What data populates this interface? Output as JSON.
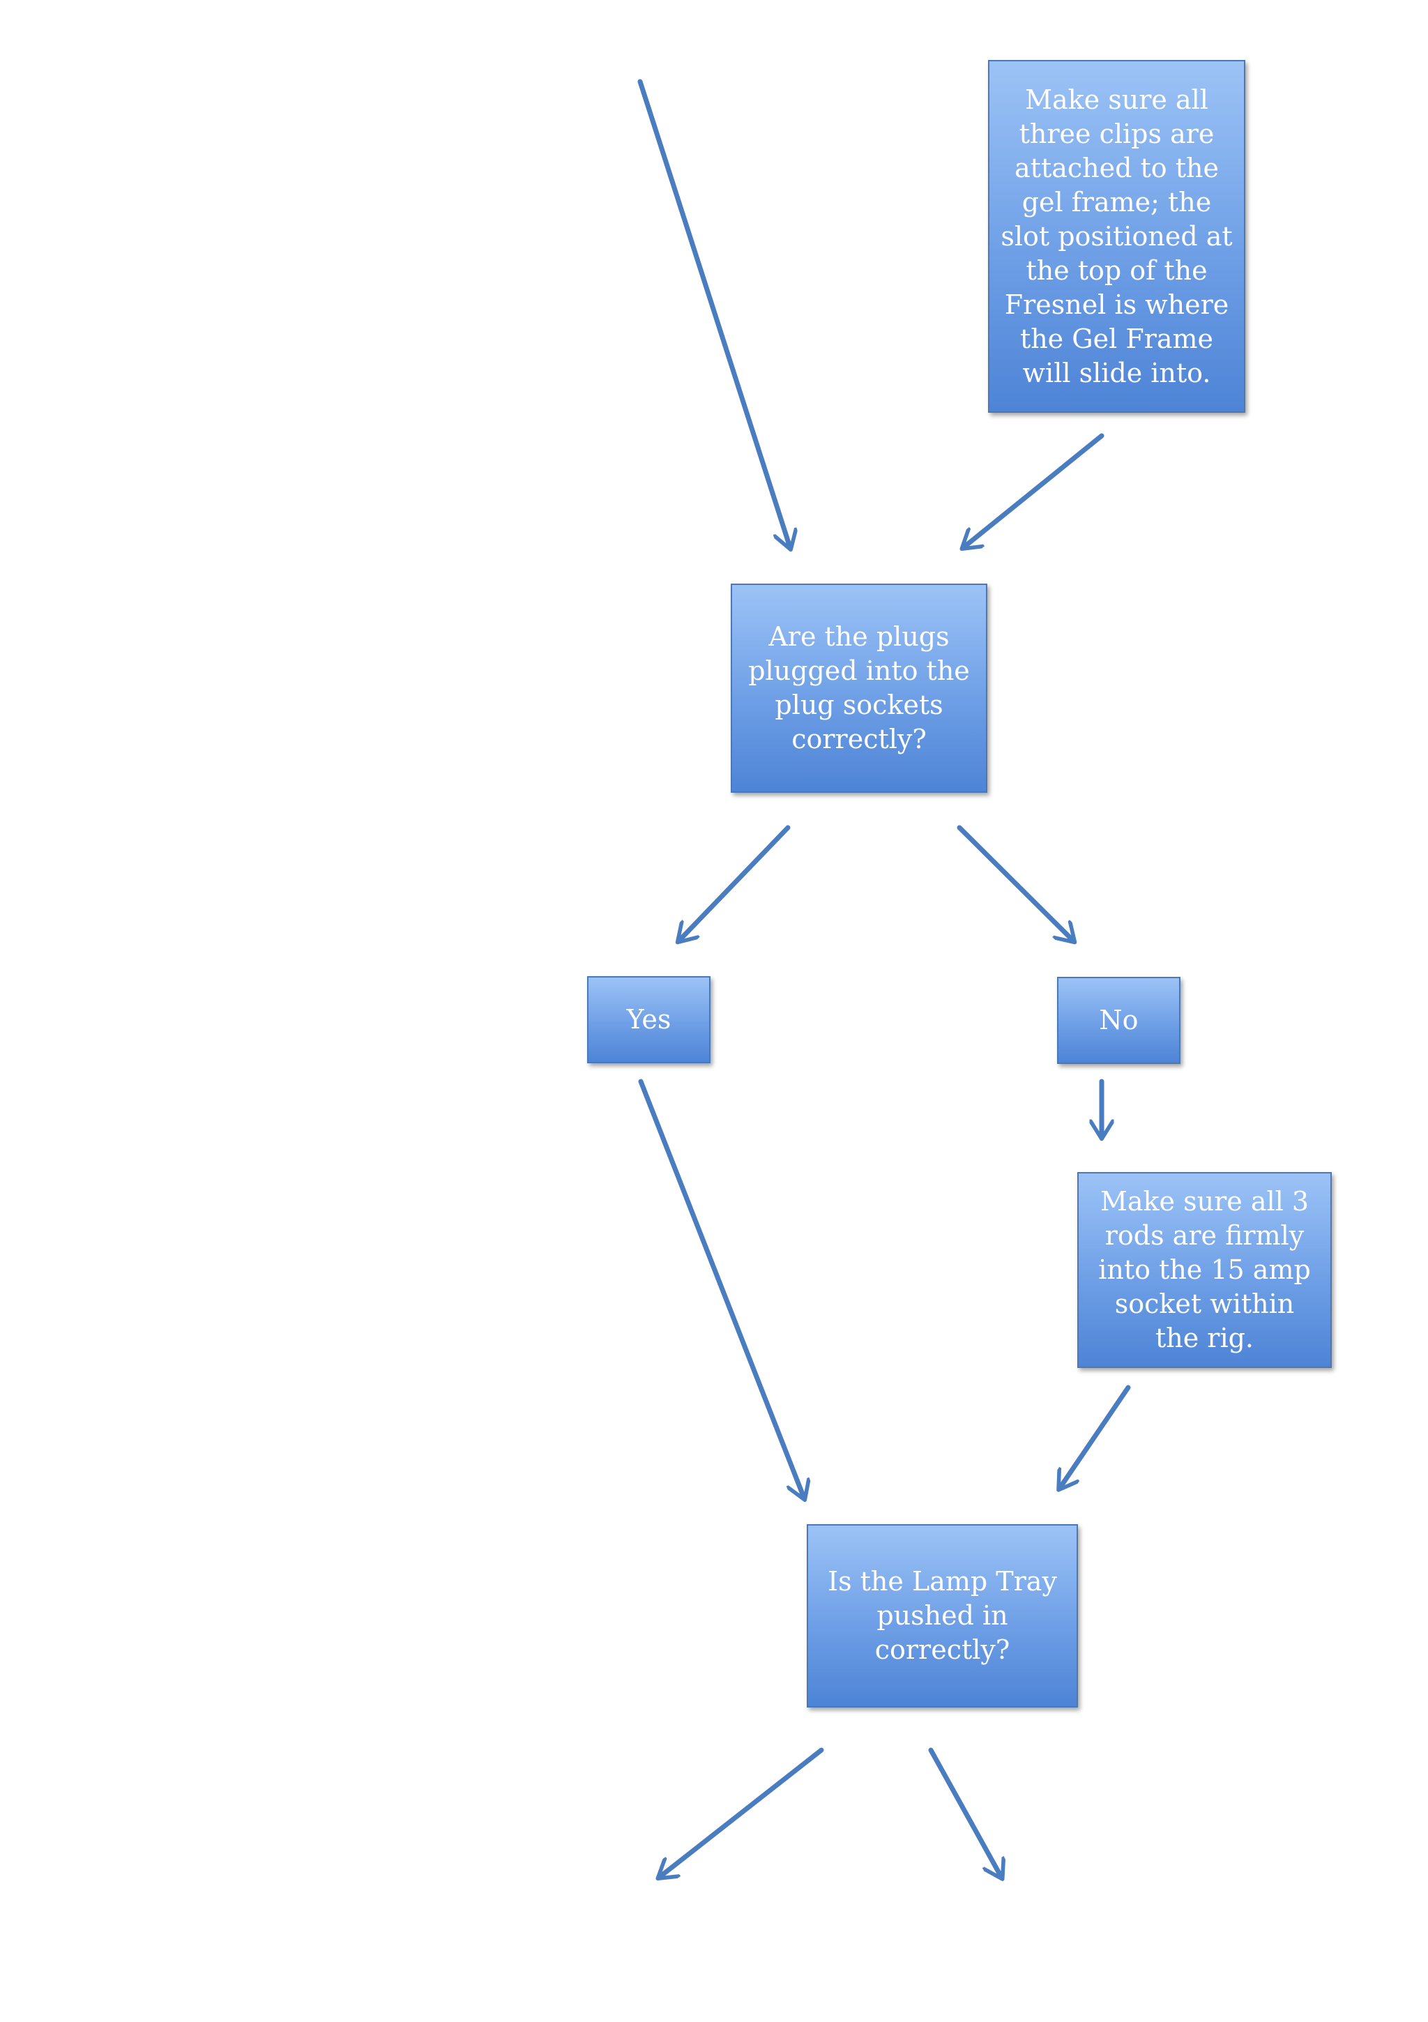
{
  "diagram": {
    "nodes": {
      "clips_note": "Make sure all three clips are attached to the gel frame; the slot positioned at the top of the Fresnel is where the Gel Frame will slide into.",
      "plugs_question": "Are the plugs plugged into the plug sockets correctly?",
      "yes": "Yes",
      "no": "No",
      "rods_note": "Make sure all 3 rods are firmly into the 15 amp socket within the rig.",
      "lamp_tray_question": "Is the Lamp Tray pushed in correctly?"
    },
    "edges": [
      {
        "from": "off-page-top",
        "to": "plugs_question"
      },
      {
        "from": "clips_note",
        "to": "plugs_question"
      },
      {
        "from": "plugs_question",
        "to": "yes"
      },
      {
        "from": "plugs_question",
        "to": "no"
      },
      {
        "from": "no",
        "to": "rods_note"
      },
      {
        "from": "yes",
        "to": "lamp_tray_question"
      },
      {
        "from": "rods_note",
        "to": "lamp_tray_question"
      },
      {
        "from": "lamp_tray_question",
        "to": "off-page-bottom-left"
      },
      {
        "from": "lamp_tray_question",
        "to": "off-page-bottom-right"
      }
    ],
    "colors": {
      "box_top": "#9cc3f6",
      "box_bottom": "#4e84d6",
      "box_border": "#4a78b8",
      "arrow": "#4a7cc0",
      "text": "#ffffff"
    }
  }
}
